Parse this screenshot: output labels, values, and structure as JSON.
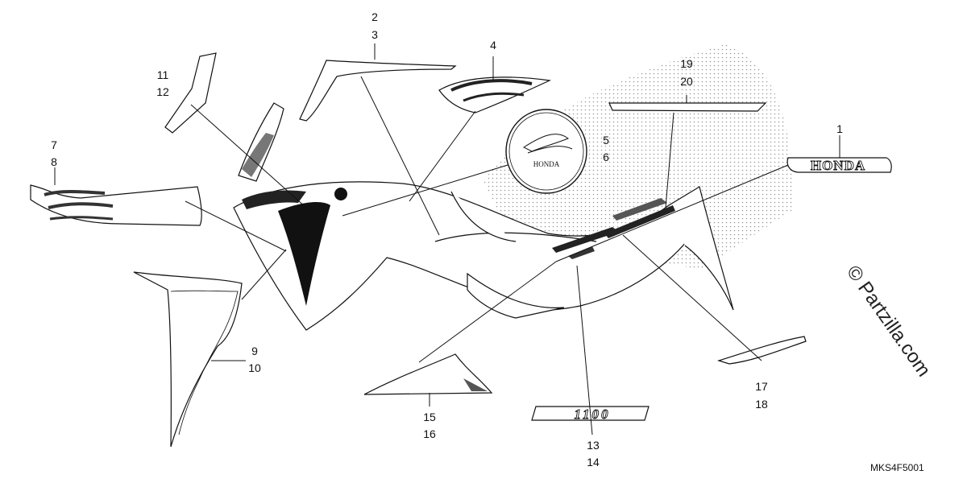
{
  "callouts": {
    "c1": "1",
    "c2": "2",
    "c3": "3",
    "c4": "4",
    "c5": "5",
    "c6": "6",
    "c7": "7",
    "c8": "8",
    "c9": "9",
    "c10": "10",
    "c11": "11",
    "c12": "12",
    "c13": "13",
    "c14": "14",
    "c15": "15",
    "c16": "16",
    "c17": "17",
    "c18": "18",
    "c19": "19",
    "c20": "20"
  },
  "emblem_text": "HONDA",
  "brand_text": "HONDA",
  "model_text": "1100",
  "diagram_code": "MKS4F5001",
  "watermark": "© Partzilla.com"
}
